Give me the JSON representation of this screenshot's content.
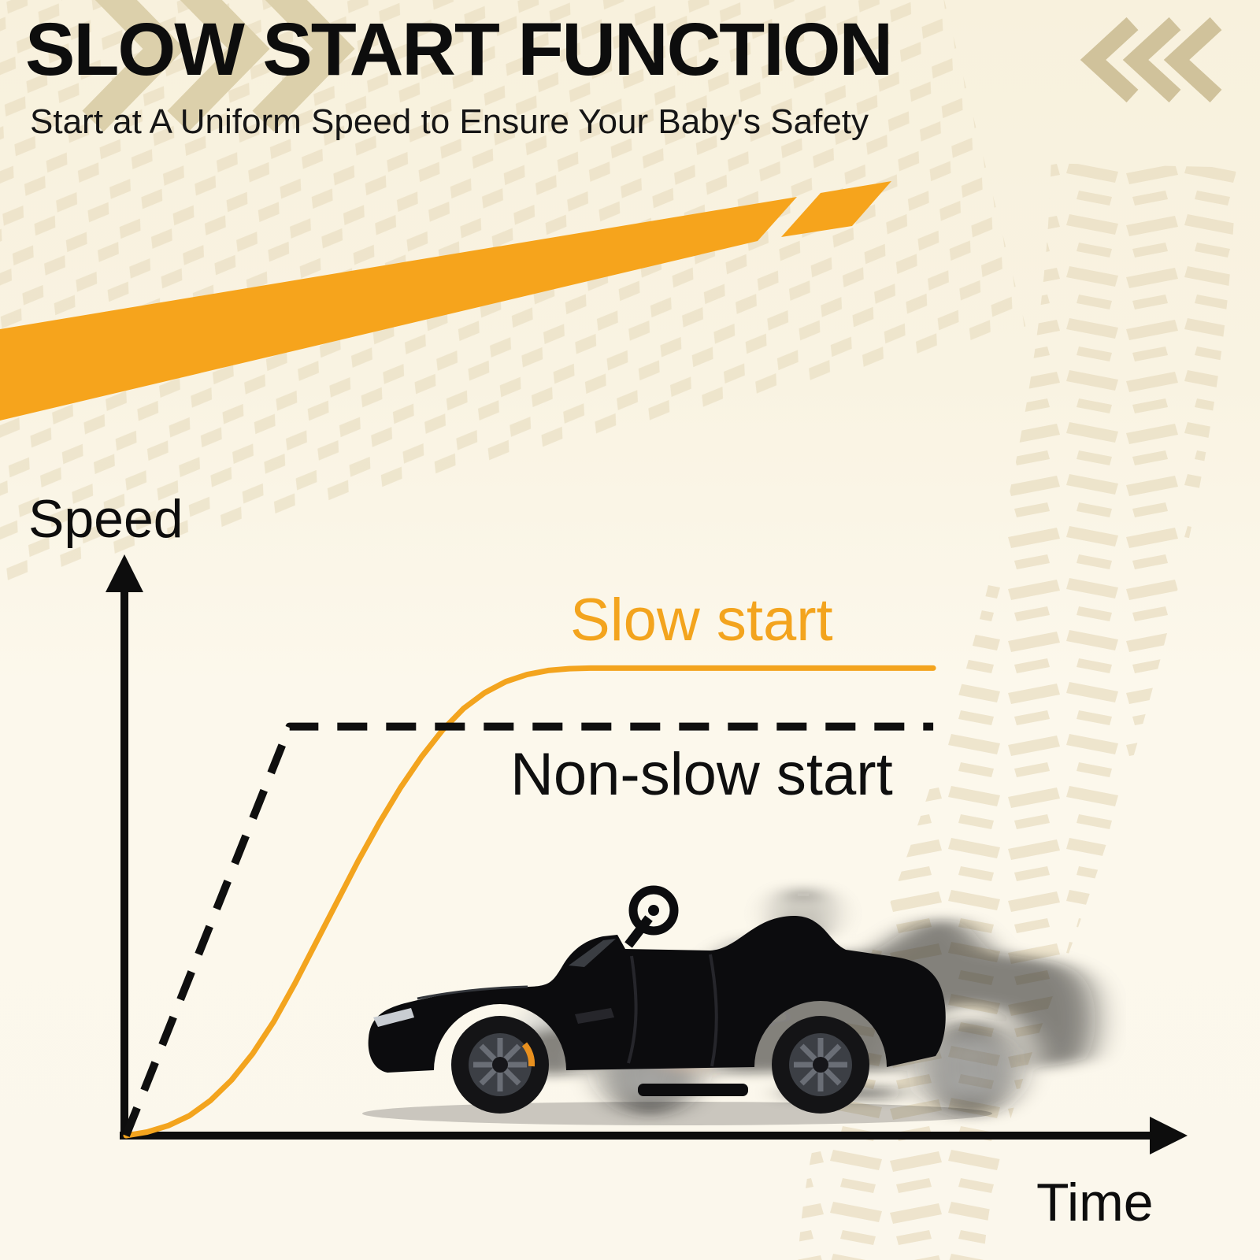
{
  "colors": {
    "background_cream": "#f9f3e2",
    "background_light": "#fcf8ec",
    "accent_orange": "#f6a41c",
    "text_black": "#0d0d0d",
    "tread_beige": "#e7dcbf",
    "chevron_tan": "#d5c8a2"
  },
  "header": {
    "title": "SLOW START FUNCTION",
    "subtitle": "Start at A Uniform Speed to Ensure Your Baby's Safety"
  },
  "icons": {
    "chevrons_right_icon": "»»»",
    "chevrons_left_icon": "«««",
    "tire_track_icon": "tire-tread-texture",
    "car_image": "black-ride-on-sports-car-with-motion-blur"
  },
  "chart_data": {
    "type": "line",
    "title": "",
    "xlabel": "Time",
    "ylabel": "Speed",
    "x_range": [
      0,
      1
    ],
    "y_range": [
      0,
      1
    ],
    "grid": false,
    "legend_position": "inline annotations beside each line",
    "annotations": [
      "Slow start",
      "Non-slow start"
    ],
    "series": [
      {
        "name": "Slow start",
        "color": "#f3a41e",
        "style": "solid",
        "points": [
          [
            0,
            0
          ],
          [
            0.02,
            0.006
          ],
          [
            0.04,
            0.017
          ],
          [
            0.06,
            0.034
          ],
          [
            0.08,
            0.06
          ],
          [
            0.1,
            0.095
          ],
          [
            0.12,
            0.14
          ],
          [
            0.14,
            0.195
          ],
          [
            0.16,
            0.26
          ],
          [
            0.18,
            0.33
          ],
          [
            0.2,
            0.4
          ],
          [
            0.22,
            0.47
          ],
          [
            0.24,
            0.535
          ],
          [
            0.26,
            0.595
          ],
          [
            0.28,
            0.648
          ],
          [
            0.3,
            0.694
          ],
          [
            0.32,
            0.731
          ],
          [
            0.34,
            0.758
          ],
          [
            0.36,
            0.777
          ],
          [
            0.38,
            0.789
          ],
          [
            0.4,
            0.796
          ],
          [
            0.42,
            0.799
          ],
          [
            0.44,
            0.8
          ],
          [
            0.765,
            0.8
          ]
        ]
      },
      {
        "name": "Non-slow start",
        "color": "#0f0f0f",
        "style": "dashed",
        "points": [
          [
            0,
            0
          ],
          [
            0.155,
            0.7
          ],
          [
            0.765,
            0.7
          ]
        ]
      }
    ]
  }
}
